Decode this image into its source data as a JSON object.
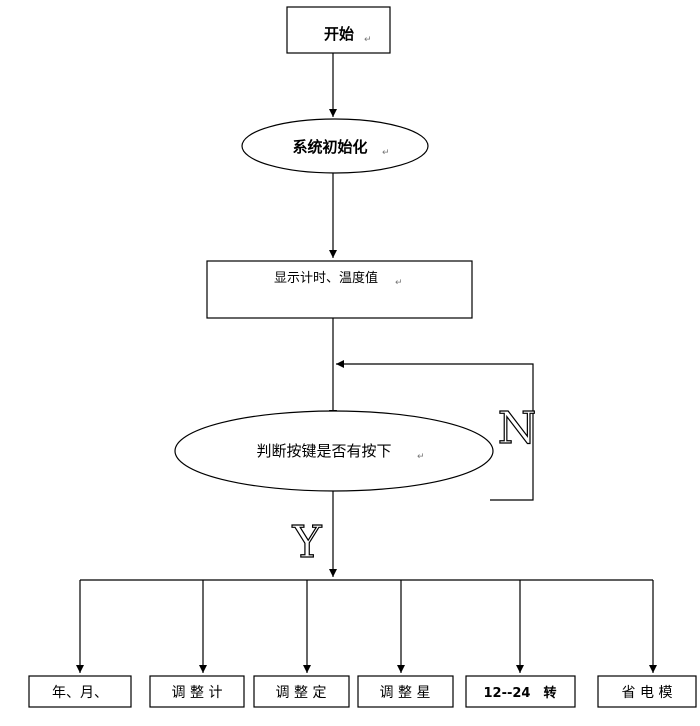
{
  "flowchart": {
    "start": "开始",
    "init": "系统初始化",
    "display": "显示计时、温度值",
    "decision": "判断按键是否有按下",
    "no_label": "N",
    "yes_label": "Y",
    "branches": [
      "年、月、",
      "调 整 计",
      "调 整 定",
      "调 整 星",
      "12--24　转",
      "省 电 模"
    ],
    "return_mark": "↵"
  },
  "colors": {
    "line": "#000000",
    "fill": "#ffffff",
    "mark": "#777777"
  }
}
